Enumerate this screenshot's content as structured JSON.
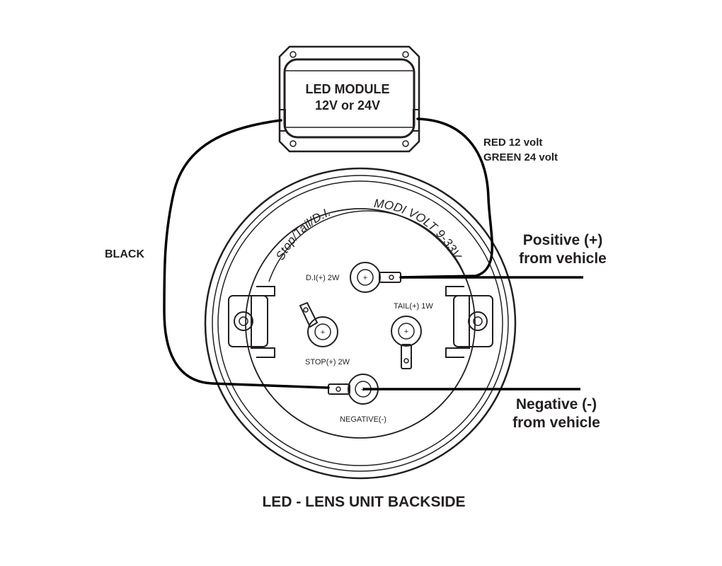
{
  "module": {
    "title": "LED MODULE",
    "subtitle": "12V or 24V"
  },
  "wires": {
    "black": "BLACK",
    "red": "RED 12 volt",
    "green": "GREEN 24 volt"
  },
  "vehicle": {
    "positive_line1": "Positive (+)",
    "positive_line2": "from vehicle",
    "negative_line1": "Negative (-)",
    "negative_line2": "from vehicle"
  },
  "lens": {
    "stamp_left": "Stop/Tail/D.I.",
    "stamp_right": "MODI VOLT 9-33V",
    "terminal_di": "D.I(+)  2W",
    "terminal_tail": "TAIL(+)  1W",
    "terminal_stop": "STOP(+)  2W",
    "terminal_negative": "NEGATIVE(-)"
  },
  "caption": "LED - LENS UNIT BACKSIDE"
}
